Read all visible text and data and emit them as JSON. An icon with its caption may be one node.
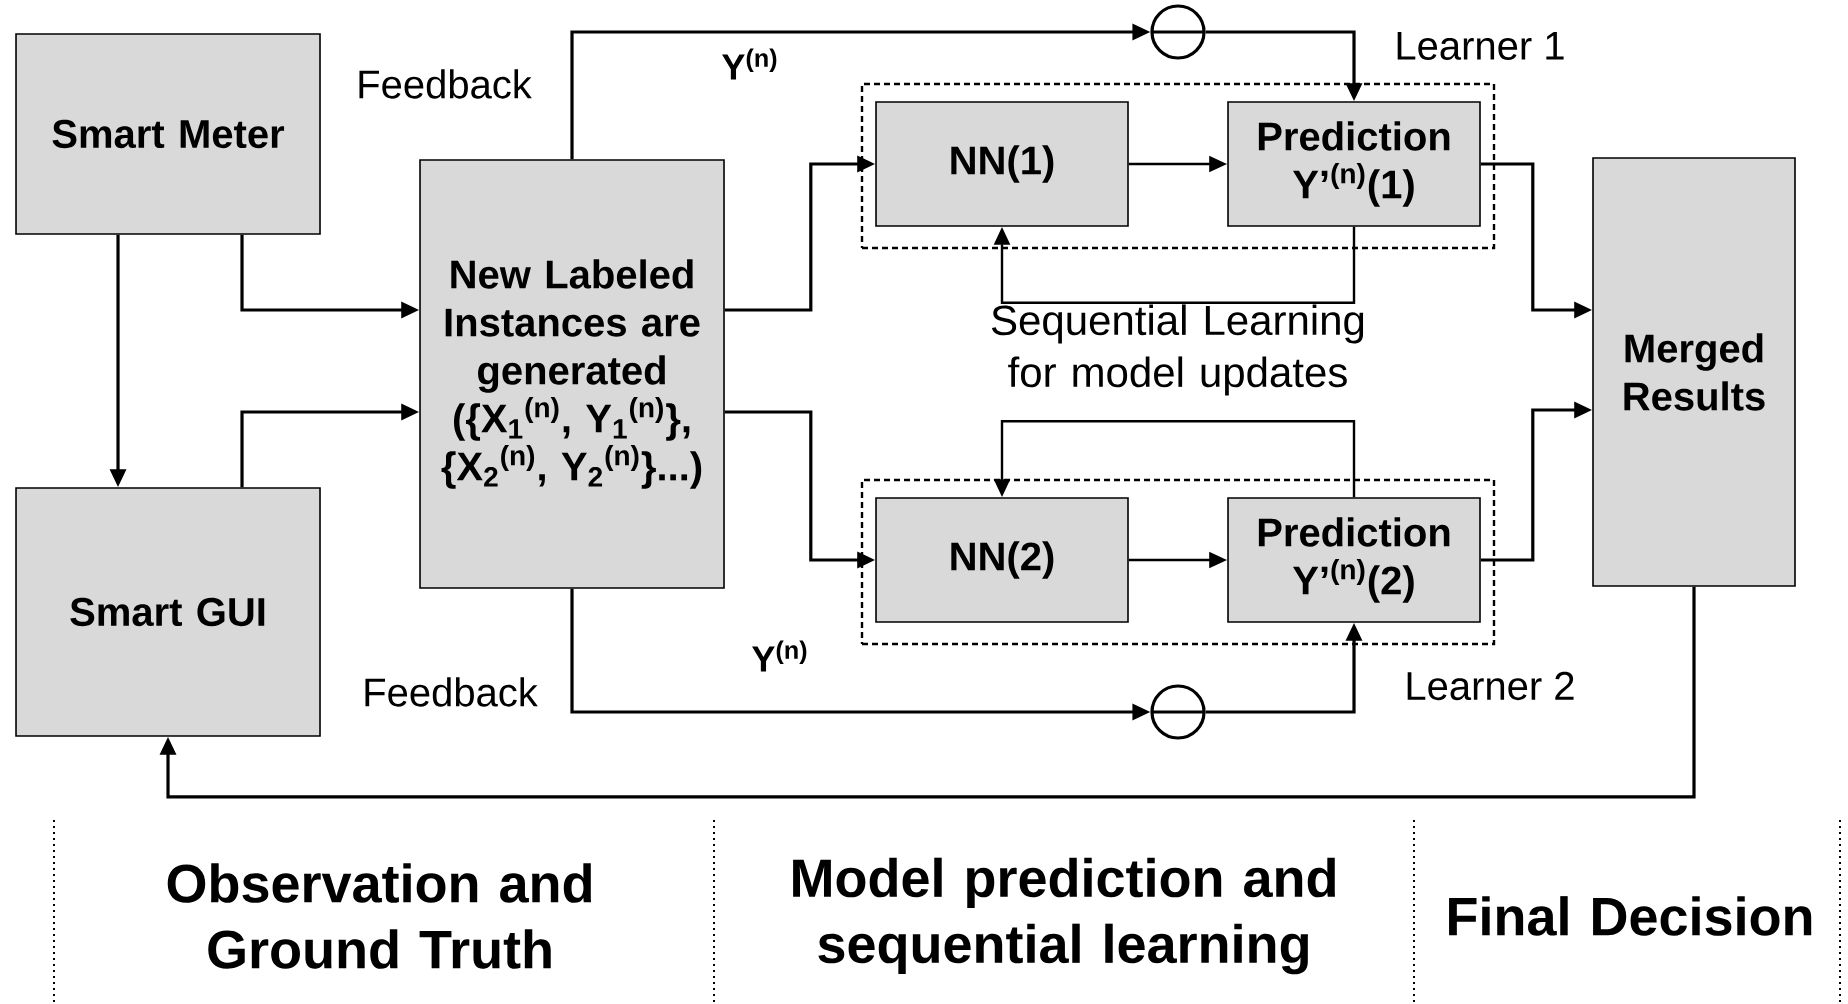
{
  "diagram": {
    "nodes": [
      {
        "text": [
          "Smart Meter"
        ]
      },
      {
        "text": [
          "Smart GUI"
        ]
      },
      {
        "text": [
          "New Labeled Instances are generated ({X$_{1}$$^{(n)}$, Y$_{1}$$^{(n)}$}, {X$_{2}$$^{(n)}$, Y$_{2}$$^{(n)}$}...)"
        ]
      },
      {
        "text": [],
        "shape": "box",
        "beside": [
          "Learner 1"
        ]
      },
      {
        "text": [
          "NN(1)"
        ],
        "in": 3
      },
      {
        "text": [
          "Prediction Y’$^{(n)}$(1)"
        ],
        "in": 3
      },
      {
        "text": [],
        "shape": "box",
        "beside": [
          "Learner 2"
        ]
      },
      {
        "text": [
          "NN(2)"
        ],
        "in": 6
      },
      {
        "text": [
          "Prediction Y’$^{(n)}$(2)"
        ],
        "in": 6
      },
      {
        "text": [
          "Merged Results"
        ]
      },
      {
        "text": [],
        "shape": "circle"
      },
      {
        "text": [],
        "shape": "circle"
      }
    ],
    "edges": [
      {
        "from": 0,
        "to": 1,
        "arrow": "to"
      },
      {
        "from": 0,
        "to": 2,
        "arrow": "to"
      },
      {
        "from": 1,
        "to": 2,
        "arrow": "to"
      },
      {
        "from": 2,
        "to": 4,
        "arrow": "to"
      },
      {
        "from": 2,
        "to": 7,
        "arrow": "to"
      },
      {
        "from": 2,
        "to": 10,
        "arrow": "to",
        "label": "Y$^{(n)}$"
      },
      {
        "from": 10,
        "to": 5,
        "arrow": "to"
      },
      {
        "from": 4,
        "to": 5,
        "arrow": "to"
      },
      {
        "from": 5,
        "to": 4,
        "arrow": "to"
      },
      {
        "from": 7,
        "to": 8,
        "arrow": "to"
      },
      {
        "from": 8,
        "to": 7,
        "arrow": "to"
      },
      {
        "from": 2,
        "to": 11,
        "arrow": "to",
        "label": "Y$^{(n)}$"
      },
      {
        "from": 11,
        "to": 8,
        "arrow": "to"
      },
      {
        "from": 5,
        "to": 9,
        "arrow": "to"
      },
      {
        "from": 8,
        "to": 9,
        "arrow": "to"
      },
      {
        "from": 9,
        "to": 1,
        "arrow": "to"
      }
    ],
    "labels": [
      "Feedback",
      "Sequential Learning for model updates",
      "Feedback",
      "Observation and Ground Truth",
      "Model prediction and sequential learning",
      "Final Decision"
    ]
  }
}
